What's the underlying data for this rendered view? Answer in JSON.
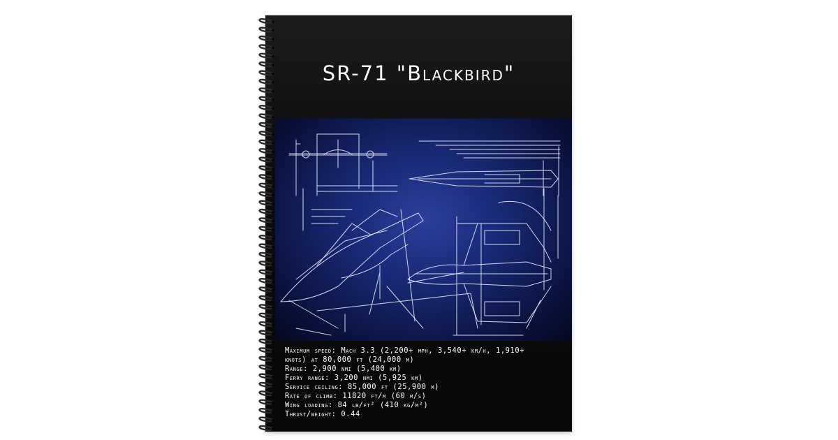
{
  "title": "SR-71 \"Blackbird\"",
  "specs": [
    "Maximum speed: Mach 3.3 (2,200+ mph, 3,540+ km/h, 1,910+",
    "knots) at 80,000 ft (24,000 m)",
    "Range: 2,900 nmi (5,400 km)",
    "Ferry range: 3,200 nmi (5,925 km)",
    "Service ceiling: 85,000 ft (25,900 m)",
    "Rate of climb: 11820 ft/m (60 m/s)",
    "Wing loading: 84 lb/ft² (410 kg/m²)",
    "Thrust/weight: 0.44"
  ],
  "colors": {
    "cover": "#0c0c0c",
    "blueprint": "#1a2a78",
    "text": "#ffffff",
    "spiral": "#2a2a2a"
  }
}
